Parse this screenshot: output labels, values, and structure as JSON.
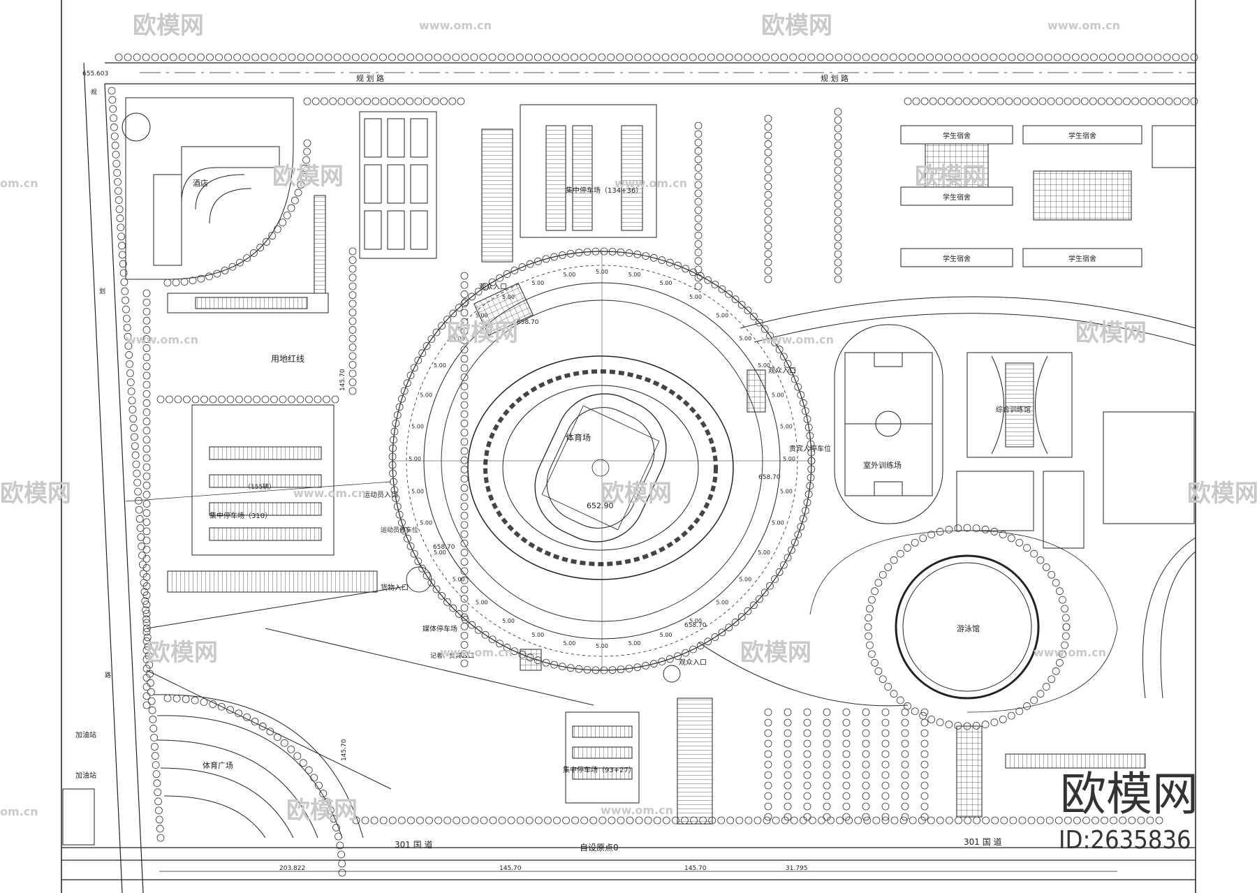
{
  "drawing": {
    "labels": {
      "road_top_left": "规 划 路",
      "road_top_right": "规 划 路",
      "hotel": "酒店",
      "dorm_1": "学生宿舍",
      "dorm_2": "学生宿舍",
      "dorm_3": "学生宿舍",
      "dorm_4": "学生宿舍",
      "dorm_5": "学生宿舍",
      "north_parking": "集中停车场（134+36）",
      "redline": "用地红线",
      "stadium": "体育场",
      "field_elev": "652.90",
      "stand_elev_n": "658.70",
      "stand_elev_e": "658.70",
      "stand_elev_w": "658.70",
      "stand_elev_se": "658.70",
      "spectator_entry_nw": "观众入口",
      "spectator_entry_ne": "观众入口",
      "spectator_entry_se": "观众入口",
      "athlete_entry": "运动员入口",
      "vip_parking_e": "贵宾人停车位",
      "athlete_parking_w": "运动员停车位",
      "goods_entry": "货物入口",
      "media_parking": "媒体停车场",
      "vip_entry": "记者、贵宾入口",
      "west_parking": "集中停车场（310）",
      "west_parking_sub": "（155辆）",
      "sports_square": "体育广场",
      "gas_station_1": "加油站",
      "gas_station_2": "加油站",
      "training_field": "室外训练场",
      "small_arena": "综合训练馆",
      "swimming": "游泳馆",
      "south_parking": "集中停车场（93+27）",
      "road_s_1": "301   国  道",
      "road_s_2": "301   国  道",
      "origin": "自设原点0",
      "survey_point": "655.603",
      "road_w_1": "规",
      "road_w_2": "划",
      "road_w_3": "路",
      "dim_1": "203.822",
      "dim_2": "145.70",
      "dim_3": "145.70",
      "dim_4": "31.795",
      "dim_stadium_v": "145.70",
      "dim_stadium_v2": "145.70",
      "seat_dim": "5.00"
    },
    "watermark": {
      "brand": "欧模网",
      "url": "www.om.cn",
      "url_short": "om.cn",
      "stamp_title": "欧模网",
      "stamp_id": "ID:2635836"
    }
  }
}
